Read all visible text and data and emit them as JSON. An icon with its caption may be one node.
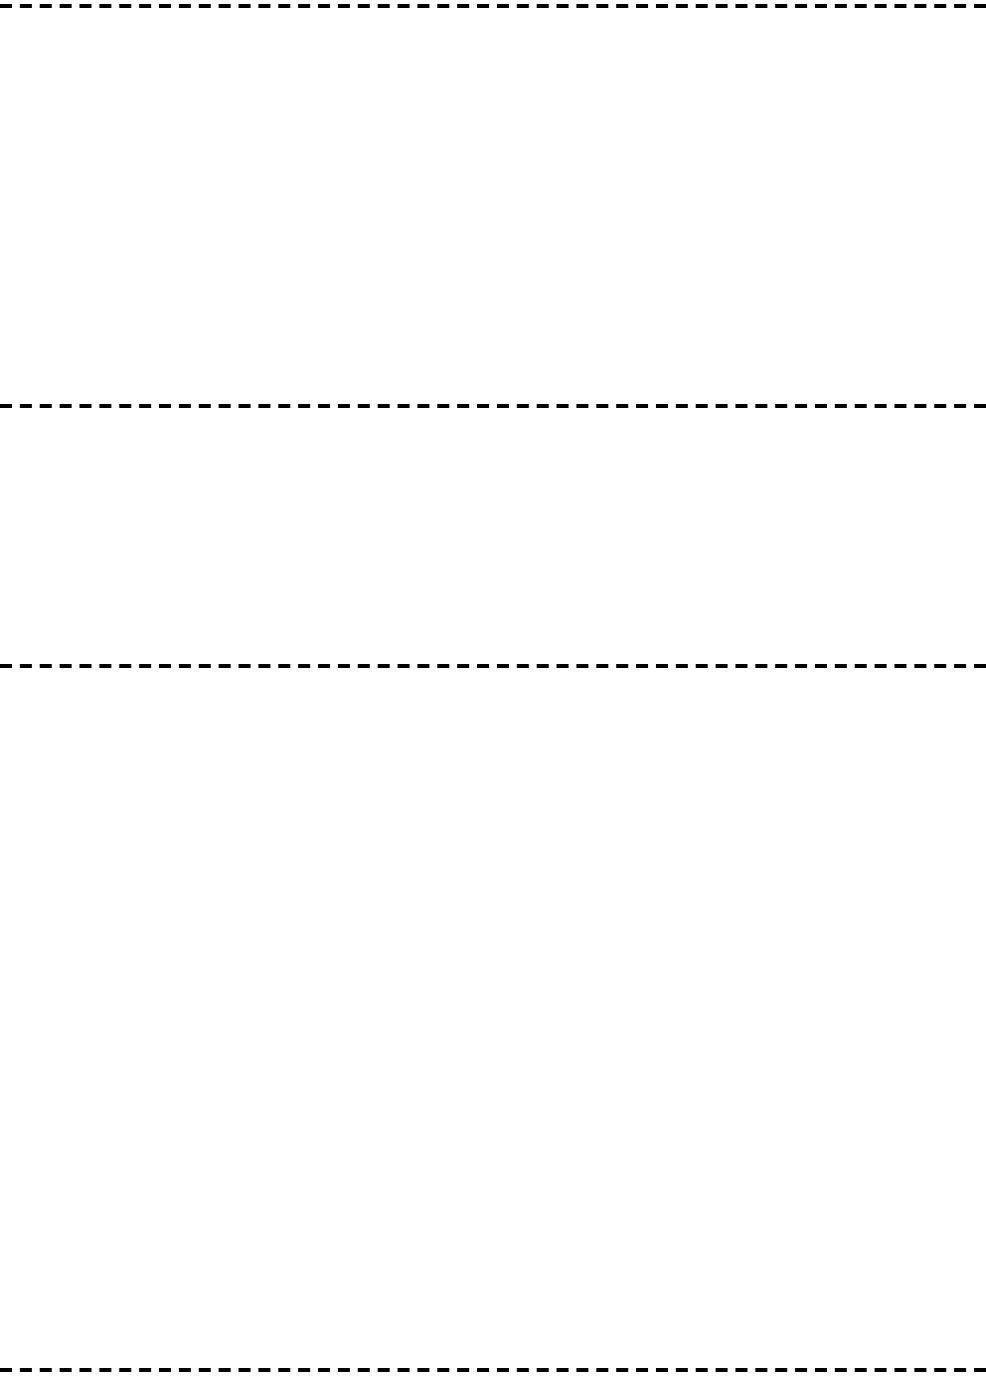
{
  "diagram": {
    "nodes": [
      {
        "text": [],
        "shape": "band"
      },
      {
        "text": [],
        "shape": "band"
      },
      {
        "text": [],
        "shape": "band"
      }
    ]
  }
}
